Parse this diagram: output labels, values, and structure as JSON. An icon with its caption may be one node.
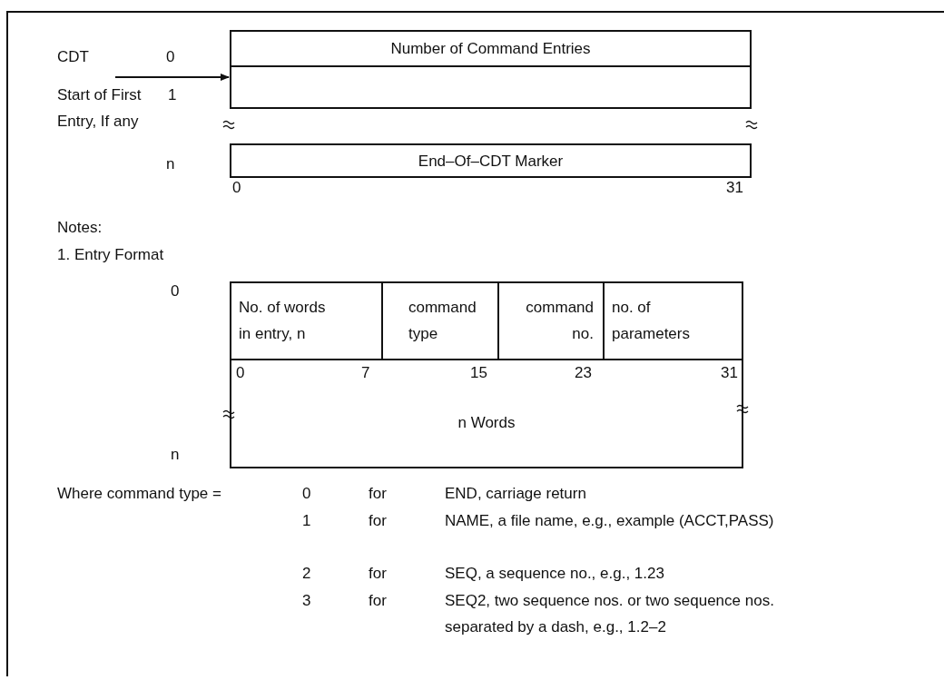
{
  "diagram": {
    "nodes": [
      {
        "text": [
          "CDT"
        ]
      },
      {
        "text": [
          "Number of Command Entries"
        ]
      },
      {
        "text": [],
        "shape": "box"
      },
      {
        "text": [
          "End–Of–CDT Marker"
        ]
      },
      {
        "text": [
          "No. of words in entry, n"
        ]
      },
      {
        "text": [
          "command type"
        ]
      },
      {
        "text": [
          "command no."
        ]
      },
      {
        "text": [
          "no. of parameters"
        ]
      },
      {
        "text": [
          "n Words"
        ]
      }
    ],
    "edges": [
      {
        "from": 0,
        "to": 2,
        "arrow": "to"
      }
    ],
    "labels": [
      "0",
      "Start of First Entry, If any",
      "1",
      "n",
      "0",
      "31",
      "Notes:",
      "1. Entry Format",
      "0",
      "0",
      "7",
      "15",
      "23",
      "31",
      "n",
      "Where command type =",
      "0",
      "for",
      "END, carriage return",
      "1",
      "for",
      "NAME, a file name, e.g., example (ACCT,PASS)",
      "2",
      "for",
      "SEQ, a sequence no., e.g., 1.23",
      "3",
      "for",
      "SEQ2, two sequence nos. or two sequence nos. separated by a dash, e.g., 1.2–2"
    ]
  }
}
